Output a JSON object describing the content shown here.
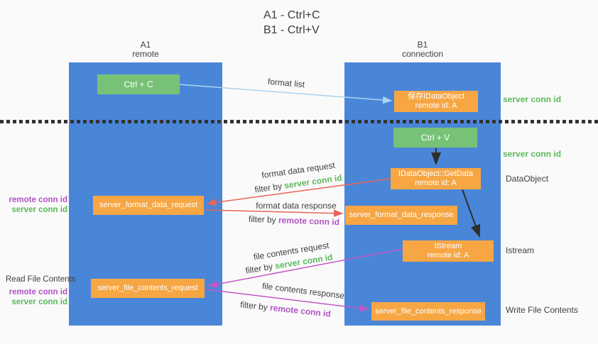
{
  "colors": {
    "lifeline_blue": "#4a86d8",
    "green_box": "#77c277",
    "orange_box": "#f7a644",
    "arrow_blue": "#aad4f0",
    "arrow_black": "#2f2f2f",
    "arrow_red": "#e8655c",
    "arrow_magenta": "#c158c8",
    "green_text": "#5cb85c",
    "purple_text": "#b352c6",
    "gray_text": "#3f3f3f",
    "background": "#fafafa",
    "dotted_line": "#333333"
  },
  "title": {
    "line1": "A1 - Ctrl+C",
    "line2": "B1 - Ctrl+V"
  },
  "lifelines": {
    "left": {
      "name": "A1",
      "role": "remote"
    },
    "right": {
      "name": "B1",
      "role": "connection"
    }
  },
  "nodes": {
    "ctrl_c": {
      "label": "Ctrl + C"
    },
    "save_idataobject": {
      "line1": "保存IDataObject",
      "line2": "remote id: A"
    },
    "ctrl_v": {
      "label": "Ctrl + V"
    },
    "getdata": {
      "line1": "IDataObject::GetData",
      "line2": "remote id: A"
    },
    "istream": {
      "line1": "IStream",
      "line2": "remote id: A"
    },
    "format_request": {
      "label": "server_format_data_request"
    },
    "format_response": {
      "label": "server_format_data_response"
    },
    "file_request": {
      "label": "server_file_contents_request"
    },
    "file_response": {
      "label": "server_file_contents_response"
    }
  },
  "side_labels": {
    "server_conn_id_top": "server conn id",
    "server_conn_id_mid": "server conn id",
    "dataobject": "DataObject",
    "istream": "Istream",
    "write_file_contents": "Write File Contents",
    "read_file_contents": "Read File Contents",
    "left_mid": {
      "remote": "remote conn id",
      "server": "server conn id"
    },
    "left_bottom": {
      "remote": "remote conn id",
      "server": "server conn id"
    }
  },
  "annotations": {
    "format_list": "format list",
    "format_data_request": "format data request",
    "format_data_response": "format data response",
    "file_contents_request": "file contents request",
    "file_contents_response": "file contents response",
    "filter_by": "filter by",
    "server_conn_id": "server conn id",
    "remote_conn_id": "remote conn id"
  }
}
